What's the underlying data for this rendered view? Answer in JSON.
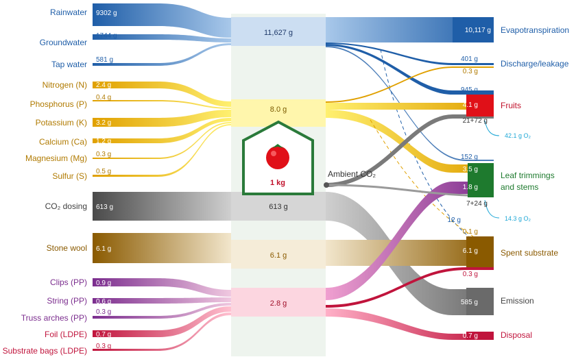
{
  "inputs": {
    "rainwater": {
      "label": "Rainwater",
      "value": "9302 g",
      "color": "#1f5ea8"
    },
    "groundwater": {
      "label": "Groundwater",
      "value": "1744 g",
      "color": "#1f5ea8"
    },
    "tap_water": {
      "label": "Tap water",
      "value": "581 g",
      "color": "#1f5ea8"
    },
    "nitrogen": {
      "label": "Nitrogen (N)",
      "value": "2.4 g",
      "color": "#c8860a"
    },
    "phosphorus": {
      "label": "Phosphorus (P)",
      "value": "0.4 g",
      "color": "#c8860a"
    },
    "potassium": {
      "label": "Potassium (K)",
      "value": "3.2 g",
      "color": "#c8860a"
    },
    "calcium": {
      "label": "Calcium (Ca)",
      "value": "1.2 g",
      "color": "#c8860a"
    },
    "magnesium": {
      "label": "Magnesium (Mg)",
      "value": "0.3 g",
      "color": "#c8860a"
    },
    "sulfur": {
      "label": "Sulfur (S)",
      "value": "0.5 g",
      "color": "#c8860a"
    },
    "co2_dosing": {
      "label": "CO₂ dosing",
      "value": "613 g",
      "color": "#404040"
    },
    "stone_wool": {
      "label": "Stone wool",
      "value": "6.1 g",
      "color": "#8a5a00"
    },
    "clips": {
      "label": "Clips (PP)",
      "value": "0.9 g",
      "color": "#7b2d8e"
    },
    "string": {
      "label": "String (PP)",
      "value": "0.6 g",
      "color": "#7b2d8e"
    },
    "truss_arches": {
      "label": "Truss arches (PP)",
      "value": "0.3 g",
      "color": "#7b2d8e"
    },
    "foil": {
      "label": "Foil (LDPE)",
      "value": "0.7 g",
      "color": "#c0143c"
    },
    "substrate_bags": {
      "label": "Substrate bags (LDPE)",
      "value": "0.3 g",
      "color": "#c0143c"
    }
  },
  "center": {
    "water": "11,627 g",
    "nutrients": "8.0 g",
    "co2": "613 g",
    "substrate": "6.1 g",
    "plastics": "2.8 g",
    "product": "1 kg"
  },
  "outputs": {
    "evapotranspiration": {
      "label": "Evapotranspiration",
      "value": "10,117 g",
      "color": "#1f5ea8"
    },
    "discharge": {
      "label": "Discharge/leakage",
      "value": "401 g",
      "value2": "0.3 g",
      "color": "#1f5ea8"
    },
    "fruits": {
      "label": "Fruits",
      "value_water": "945 g",
      "value_nutr": "4.1 g",
      "value_c": "21+72 g",
      "o2": "42.1 g O₂",
      "color": "#c0102a"
    },
    "leaf": {
      "label_line1": "Leaf trimmings",
      "label_line2": "and stems",
      "value_water": "152 g",
      "value_nutr": "3.5 g",
      "value_pp": "1.8 g",
      "value_c": "7+24 g",
      "o2": "14.3 g O₂",
      "color": "#1e7a2e"
    },
    "spent_substrate": {
      "label": "Spent substrate",
      "value": "6.1 g",
      "value2": "0.3 g",
      "value_nutr": "0.1 g",
      "color": "#8a5a00"
    },
    "emission": {
      "label": "Emission",
      "value": "585 g",
      "color": "#555555"
    },
    "disposal": {
      "label": "Disposal",
      "value": "0.7 g",
      "color": "#c0143c"
    }
  },
  "misc": {
    "ambient_co2": "Ambient CO₂",
    "twelve_g": "12 g"
  }
}
